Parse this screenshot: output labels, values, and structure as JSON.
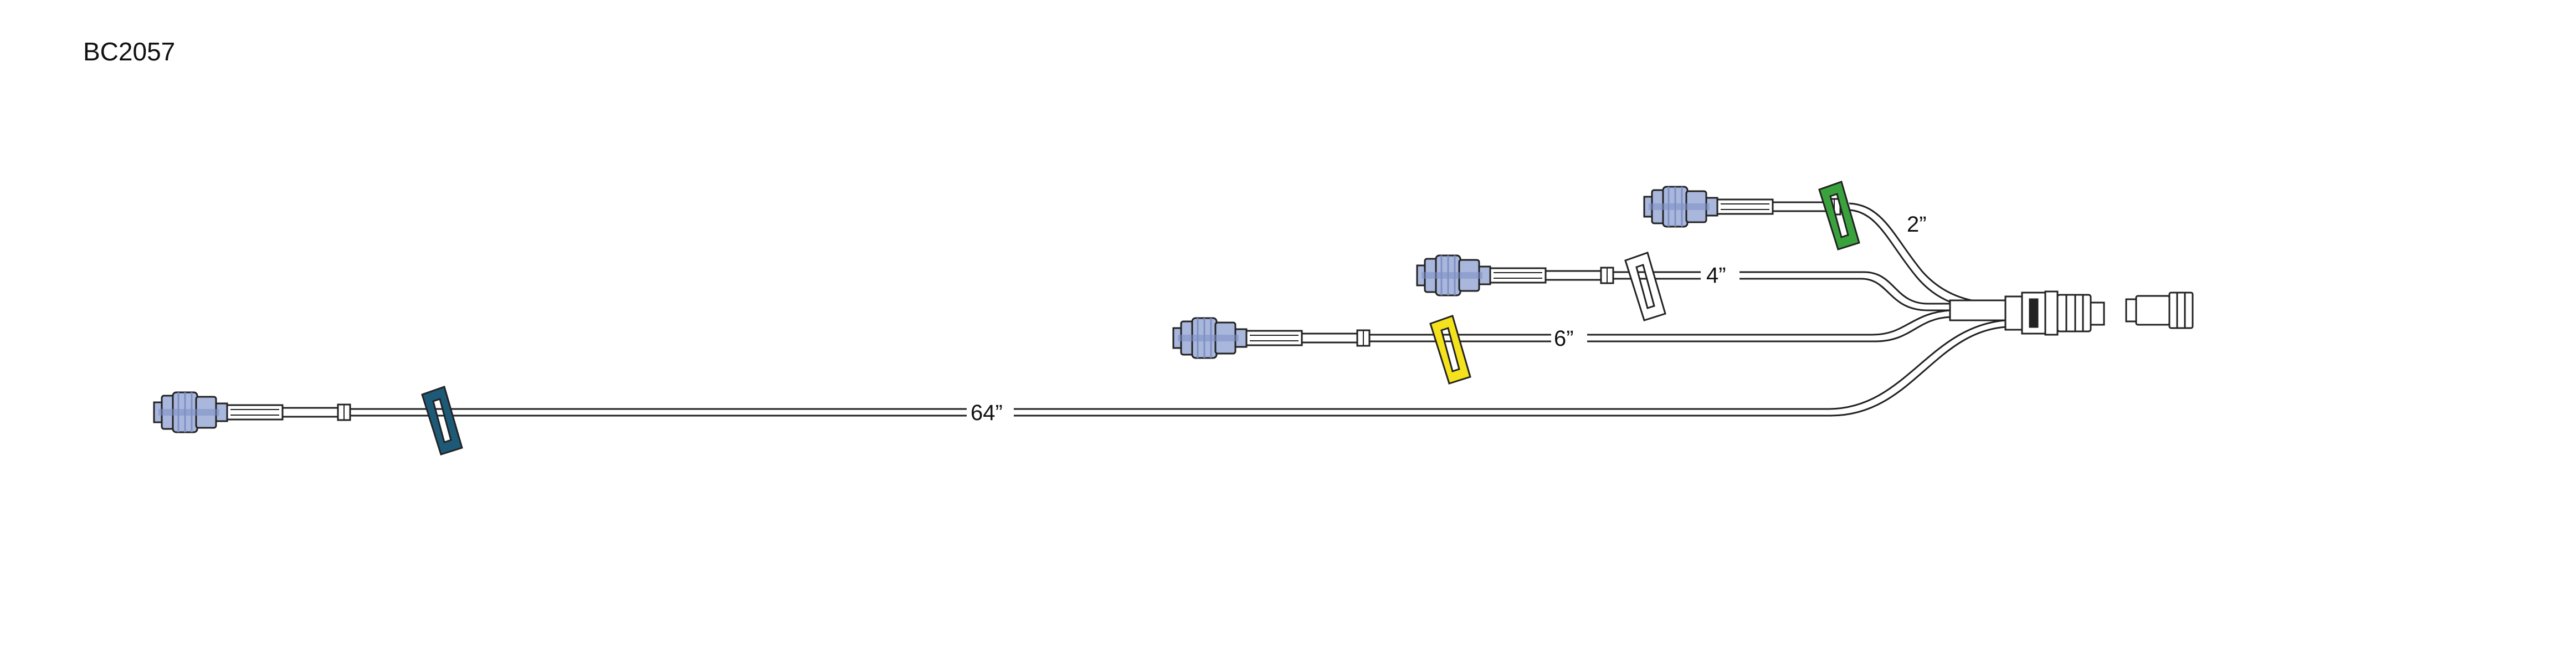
{
  "title": "BC2057",
  "lengths": {
    "line_1": "2”",
    "line_2": "4”",
    "line_3": "6”",
    "line_4": "64”"
  },
  "colors": {
    "connector_fill": "#a9b7dc",
    "connector_dark": "#7e90c4",
    "clamp_green": "#3aa23c",
    "clamp_white": "#ffffff",
    "clamp_yellow": "#f4e21c",
    "clamp_blue": "#1d5a78"
  }
}
